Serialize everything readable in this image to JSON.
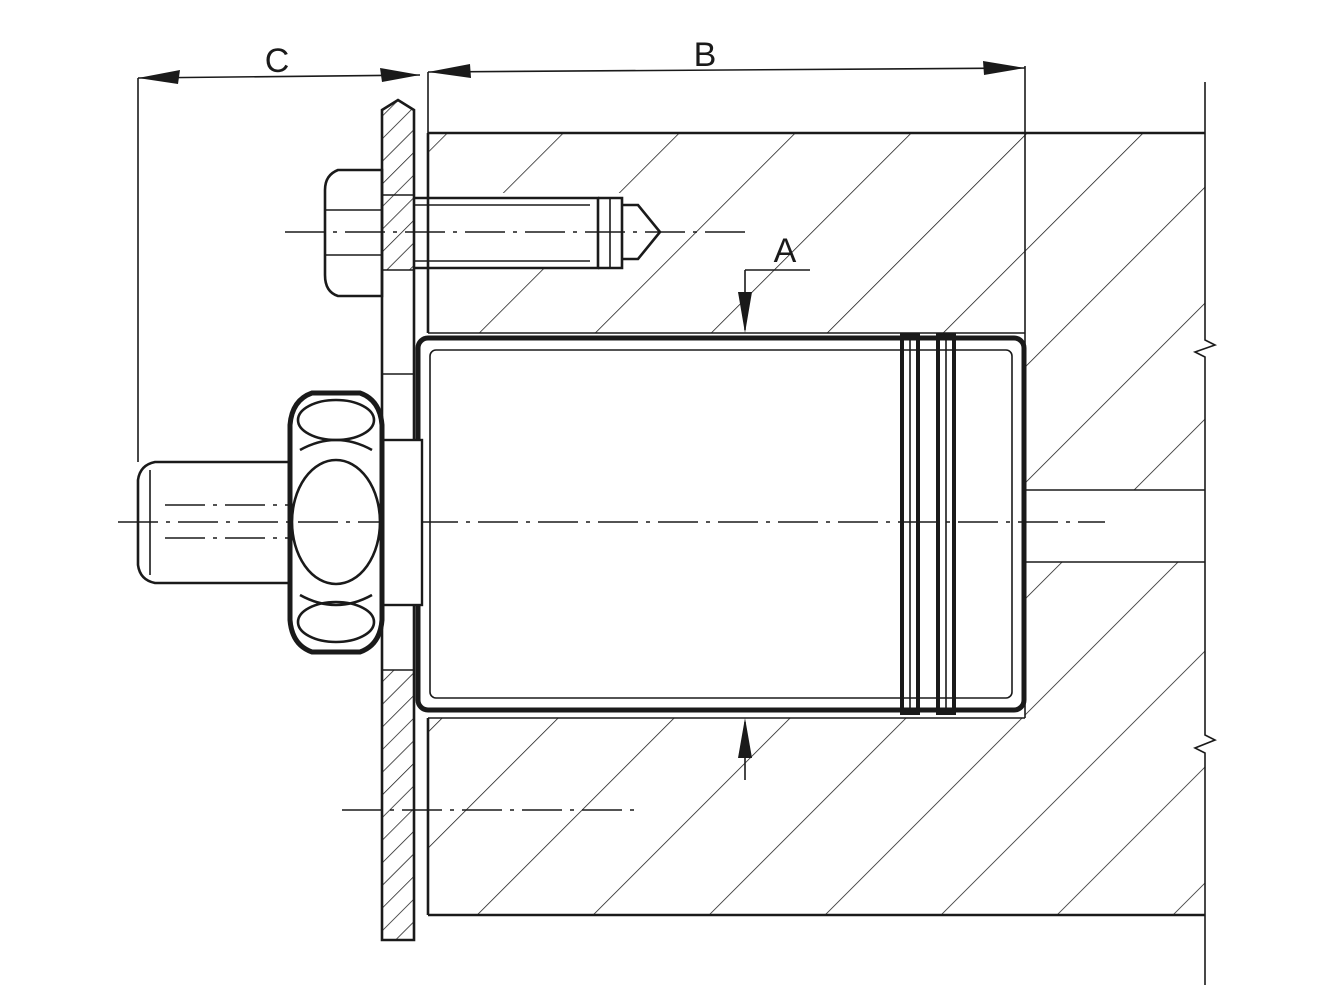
{
  "labels": {
    "dim_a": "A",
    "dim_b": "B",
    "dim_c": "C"
  },
  "colors": {
    "ink": "#1a1a1a",
    "paper": "#ffffff"
  }
}
